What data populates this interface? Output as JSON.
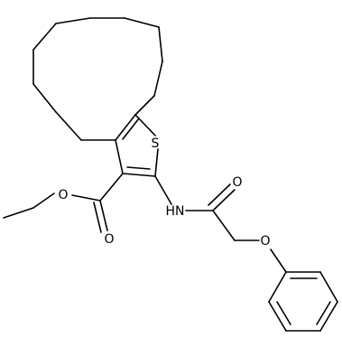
{
  "molecule": {
    "atom_labels": {
      "S": "S",
      "O_ether_ester": "O",
      "O_carbonyl_ester": "O",
      "NH": "HN",
      "O_carbonyl_amide": "O",
      "O_phenoxy": "O"
    },
    "colors": {
      "bond": "#000000",
      "text": "#000000",
      "background": "#ffffff"
    }
  }
}
